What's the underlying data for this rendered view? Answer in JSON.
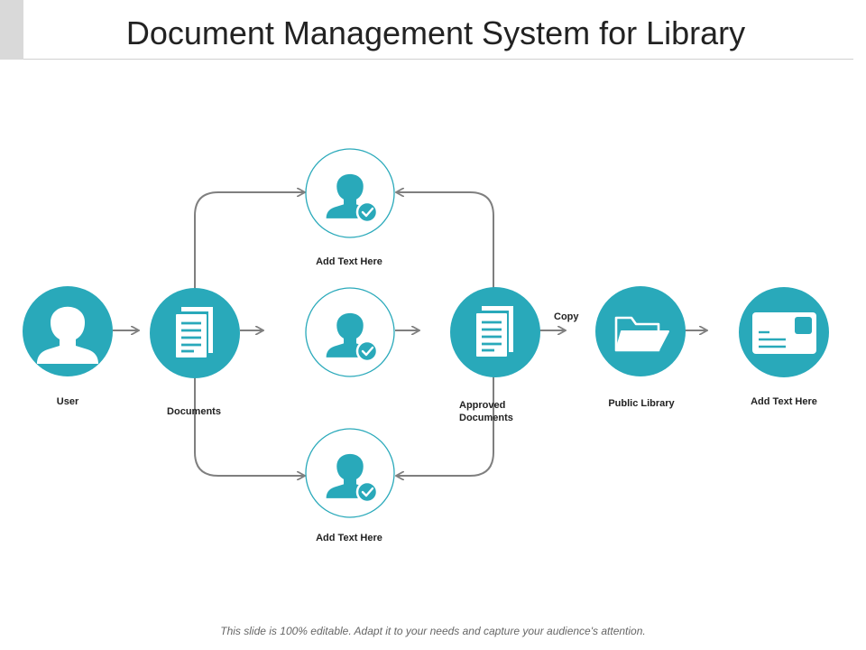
{
  "title": "Document Management System for Library",
  "colors": {
    "accent": "#29A9BA",
    "connector": "#7f7f7f",
    "outline": "#29A9BA"
  },
  "nodes": {
    "user": {
      "label": "User",
      "icon": "user-icon"
    },
    "documents": {
      "label": "Documents",
      "icon": "documents-icon"
    },
    "reviewer_top": {
      "label": "Add Text Here",
      "icon": "verified-user-icon"
    },
    "reviewer_middle": {
      "label": "",
      "icon": "verified-user-icon"
    },
    "reviewer_bottom": {
      "label": "Add Text Here",
      "icon": "verified-user-icon"
    },
    "approved": {
      "label_line1": "Approved",
      "label_line2": "Documents",
      "icon": "documents-icon"
    },
    "public_library": {
      "label": "Public Library",
      "icon": "folder-icon"
    },
    "card": {
      "label": "Add Text Here",
      "icon": "id-card-icon"
    }
  },
  "edges": {
    "copy_label": "Copy"
  },
  "footer": "This slide is 100% editable. Adapt it to your needs and capture your audience's attention."
}
